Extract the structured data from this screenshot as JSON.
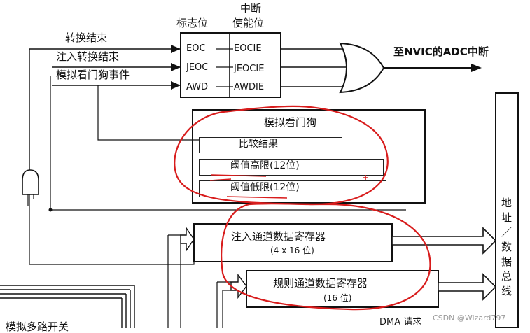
{
  "header": {
    "flag_title": "标志位",
    "enable_title_line1": "中断",
    "enable_title_line2": "使能位"
  },
  "inputs": {
    "conversion_done": "转换结束",
    "injected_done": "注入转换结束",
    "watchdog_event": "模拟看门狗事件"
  },
  "flags": [
    "EOC",
    "JEOC",
    "AWD"
  ],
  "enables": [
    "EOCIE",
    "JEOCIE",
    "AWDIE"
  ],
  "output_label": "至NVIC的ADC中断",
  "watchdog": {
    "title": "模拟看门狗",
    "rows": [
      "比较结果",
      "阈值高限(12位)",
      "阈值低限(12位)"
    ]
  },
  "injected_register": {
    "title": "注入通道数据寄存器",
    "dims": "(4 x 16 位)"
  },
  "regular_register": {
    "title": "规则通道数据寄存器",
    "dims": "(16 位)"
  },
  "bus_label": "地址／数据总线",
  "mux_label": "模拟多路开关",
  "dma_label": "DMA 请求",
  "watermark": "CSDN @Wizard797",
  "colors": {
    "line": "#111111",
    "annotation": "#d81c1c",
    "watermark": "#9a9a9a"
  }
}
